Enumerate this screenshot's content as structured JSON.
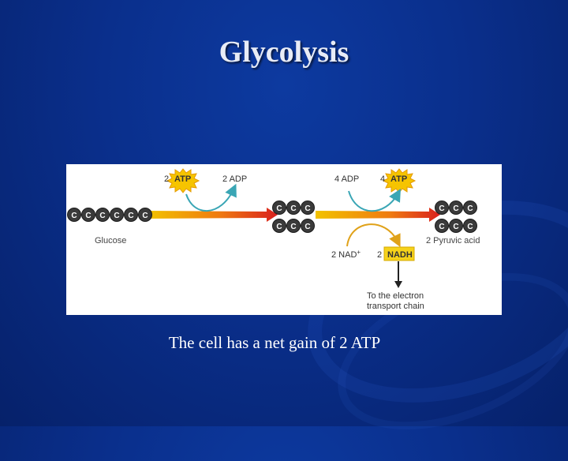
{
  "slide": {
    "title": "Glycolysis",
    "caption": "The cell has a net gain of 2 ATP"
  },
  "diagram": {
    "carbon_label": "C",
    "glucose_label": "Glucose",
    "atp_in_count": "2",
    "atp_label": "ATP",
    "adp_out": "2 ADP",
    "adp_in": "4 ADP",
    "atp_out_count": "4",
    "nad_in": "2 NAD",
    "nad_sup": "+",
    "nadh_count": "2",
    "nadh_label": "NADH",
    "pyruvic": "2 Pyruvic acid",
    "electron_line1": "To the electron",
    "electron_line2": "transport chain",
    "colors": {
      "arrow_start": "#f2c200",
      "arrow_end": "#d9201e",
      "carbon": "#3a3a3a",
      "starburst": "#f6c400",
      "nadh_box": "#f6d21a",
      "curve": "#3aa6b5"
    }
  }
}
